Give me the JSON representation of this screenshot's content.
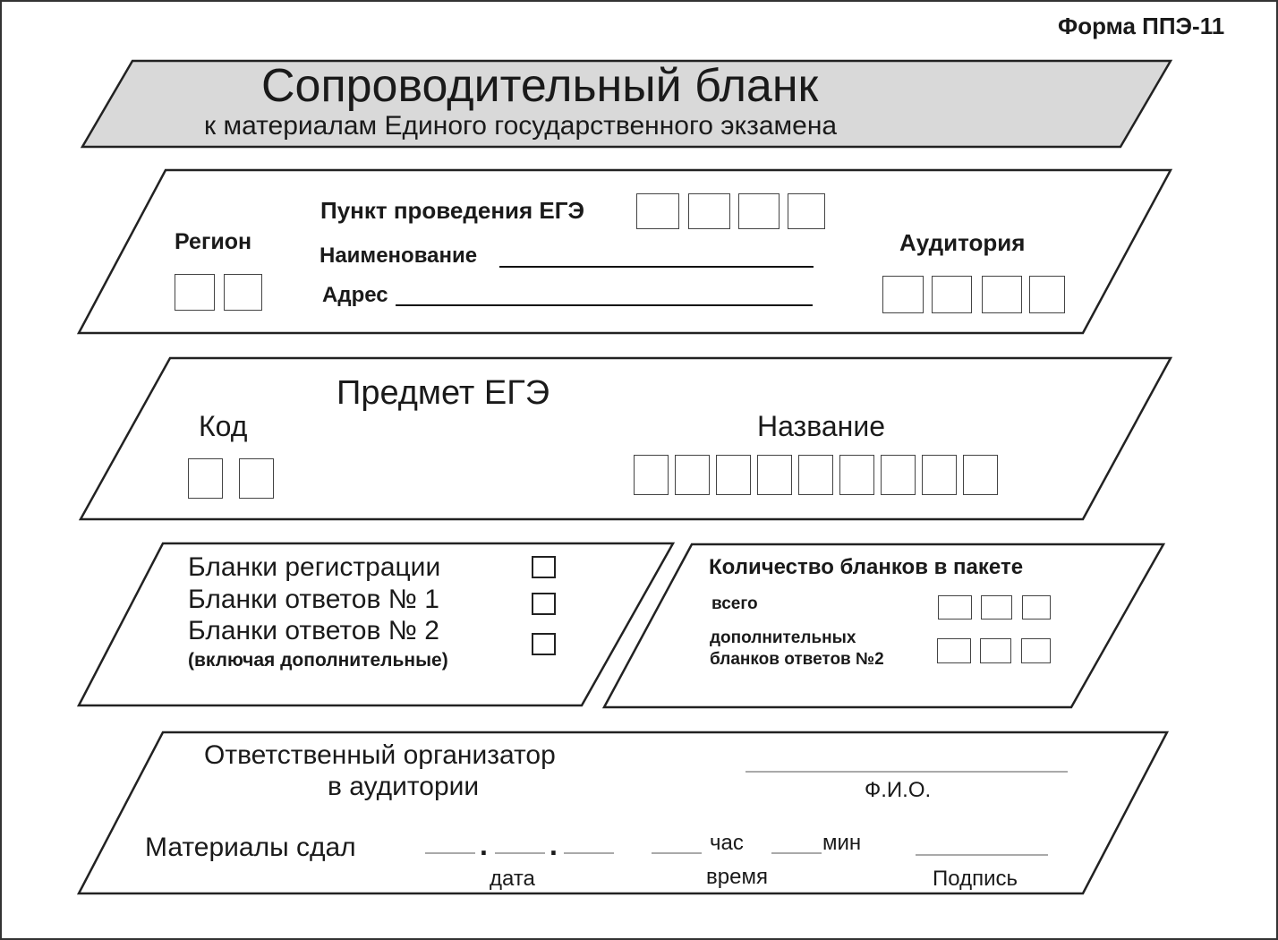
{
  "form_id": "Форма ППЭ-11",
  "header": {
    "title": "Сопроводительный бланк",
    "subtitle": "к материалам Единого государственного экзамена"
  },
  "location": {
    "region_label": "Регион",
    "ppe_label": "Пункт проведения ЕГЭ",
    "name_label": "Наименование",
    "address_label": "Адрес",
    "auditorium_label": "Аудитория"
  },
  "subject": {
    "title": "Предмет ЕГЭ",
    "code_label": "Код",
    "name_label": "Название"
  },
  "blanks": {
    "registration": "Бланки регистрации",
    "answers1": "Бланки ответов № 1",
    "answers2": "Бланки ответов № 2",
    "answers2_note": "(включая дополнительные)"
  },
  "count": {
    "title": "Количество бланков в пакете",
    "total_label": "всего",
    "extra_label_line1": "дополнительных",
    "extra_label_line2": "бланков ответов №2"
  },
  "organizer": {
    "label_line1": "Ответственный организатор",
    "label_line2": "в аудитории",
    "fio_label": "Ф.И.О.",
    "handed_label": "Материалы сдал",
    "date_separator": ".",
    "date_label": "дата",
    "hour_label": "час",
    "min_label": "мин",
    "time_label": "время",
    "signature_label": "Подпись"
  },
  "colors": {
    "header_fill": "#d9d9d9",
    "stroke": "#222222"
  }
}
